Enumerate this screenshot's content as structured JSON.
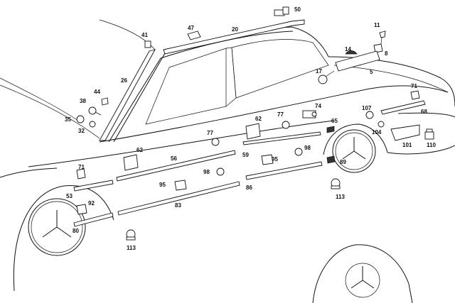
{
  "callouts": {
    "c50": "50",
    "c47": "47",
    "c20": "20",
    "c41": "41",
    "c11": "11",
    "c14": "14",
    "c8": "8",
    "c17": "17",
    "c5": "5",
    "c26": "26",
    "c44": "44",
    "c38": "38",
    "c35": "35",
    "c32": "32",
    "c71a": "71",
    "c68": "68",
    "c107": "107",
    "c104": "104",
    "c101": "101",
    "c110": "110",
    "c74": "74",
    "c65": "65",
    "c62a": "62",
    "c77a": "77",
    "c77b": "77",
    "c59": "59",
    "c98a": "98",
    "c95a": "95",
    "c89": "89",
    "c62b": "62",
    "c56": "56",
    "c98b": "98",
    "c95b": "95",
    "c86": "86",
    "c113a": "113",
    "c71b": "71",
    "c53": "53",
    "c92": "92",
    "c83": "83",
    "c80": "80",
    "c113b": "113"
  }
}
